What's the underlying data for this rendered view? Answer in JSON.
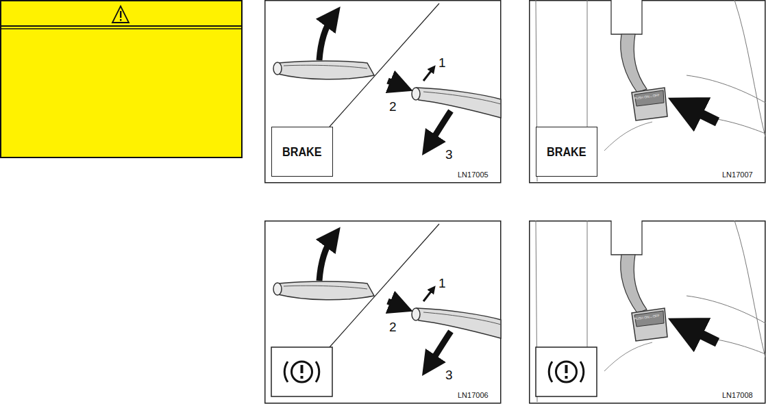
{
  "diagram": {
    "nodes": [
      {
        "text": [
          "BRAKE"
        ]
      },
      {
        "text": [
          "BRAKE"
        ]
      }
    ],
    "labels": [
      "1",
      "2",
      "3",
      "LN17005",
      "PUSH ON↔OFF",
      "LN17007",
      "1",
      "2",
      "3",
      "LN17006",
      "PUSH ON↔OFF",
      "LN17008"
    ]
  }
}
